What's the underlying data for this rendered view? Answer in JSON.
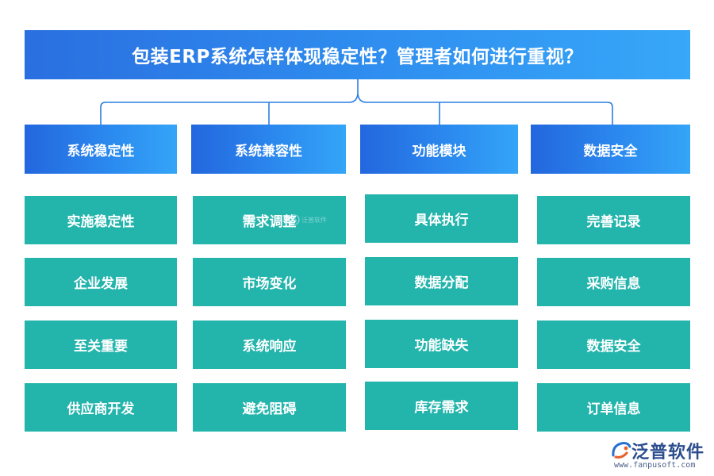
{
  "title": "包装ERP系统怎样体现稳定性？管理者如何进行重视？",
  "colors": {
    "title": "#2f8ff0",
    "header": "#2c8cf0",
    "item": "#23b4ac",
    "connector": "#2c7fe0"
  },
  "columns": [
    {
      "header": "系统稳定性",
      "items": [
        "实施稳定性",
        "企业发展",
        "至关重要",
        "供应商开发"
      ]
    },
    {
      "header": "系统兼容性",
      "items": [
        "需求调整",
        "市场变化",
        "系统响应",
        "避免阻碍"
      ]
    },
    {
      "header": "功能模块",
      "items": [
        "具体执行",
        "数据分配",
        "功能缺失",
        "库存需求"
      ]
    },
    {
      "header": "数据安全",
      "items": [
        "完善记录",
        "采购信息",
        "数据安全",
        "订单信息"
      ]
    }
  ],
  "watermark": {
    "text": "泛普软件"
  },
  "brand": {
    "name": "泛普软件",
    "url": "www.fanpusoft.com",
    "icon": "fanpu-logo-icon"
  }
}
